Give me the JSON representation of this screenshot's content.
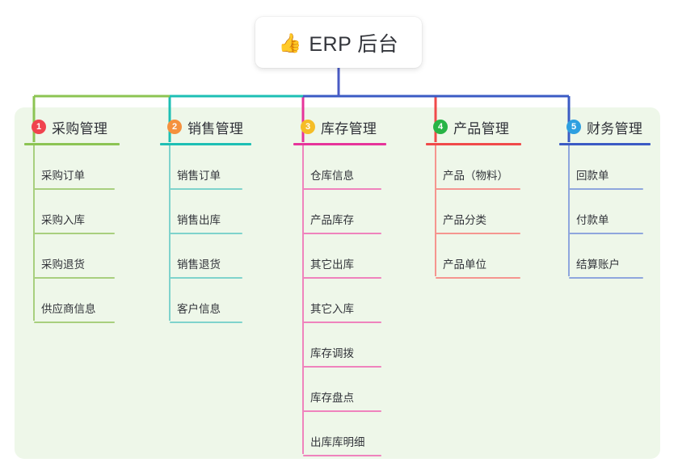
{
  "diagram": {
    "type": "mind-map",
    "title": "ERP 后台",
    "root": {
      "emoji": "👍",
      "emoji_name": "thumbs-up-emoji",
      "label": "ERP 后台"
    },
    "panel_color": "#eef7e9",
    "root_connector_color": "#4a5bc4",
    "branches": [
      {
        "number": "1",
        "badge_color": "#f0434e",
        "line_color": "#8cc453",
        "leaf_line_color": "#a8cf7e",
        "label": "采购管理",
        "leaves": [
          "采购订单",
          "采购入库",
          "采购退货",
          "供应商信息"
        ]
      },
      {
        "number": "2",
        "badge_color": "#f5913e",
        "line_color": "#1dbfb4",
        "leaf_line_color": "#7fd3cc",
        "label": "销售管理",
        "leaves": [
          "销售订单",
          "销售出库",
          "销售退货",
          "客户信息"
        ]
      },
      {
        "number": "3",
        "badge_color": "#f5bd27",
        "line_color": "#e6349a",
        "leaf_line_color": "#ef83bd",
        "label": "库存管理",
        "leaves": [
          "仓库信息",
          "产品库存",
          "其它出库",
          "其它入库",
          "库存调拨",
          "库存盘点",
          "出库库明细"
        ]
      },
      {
        "number": "4",
        "badge_color": "#28b446",
        "line_color": "#f04a4a",
        "leaf_line_color": "#f5958f",
        "label": "产品管理",
        "leaves": [
          "产品（物料）",
          "产品分类",
          "产品单位"
        ]
      },
      {
        "number": "5",
        "badge_color": "#2e9fe0",
        "line_color": "#3b5bc4",
        "leaf_line_color": "#8fa6dd",
        "label": "财务管理",
        "leaves": [
          "回款单",
          "付款单",
          "结算账户"
        ]
      }
    ]
  }
}
